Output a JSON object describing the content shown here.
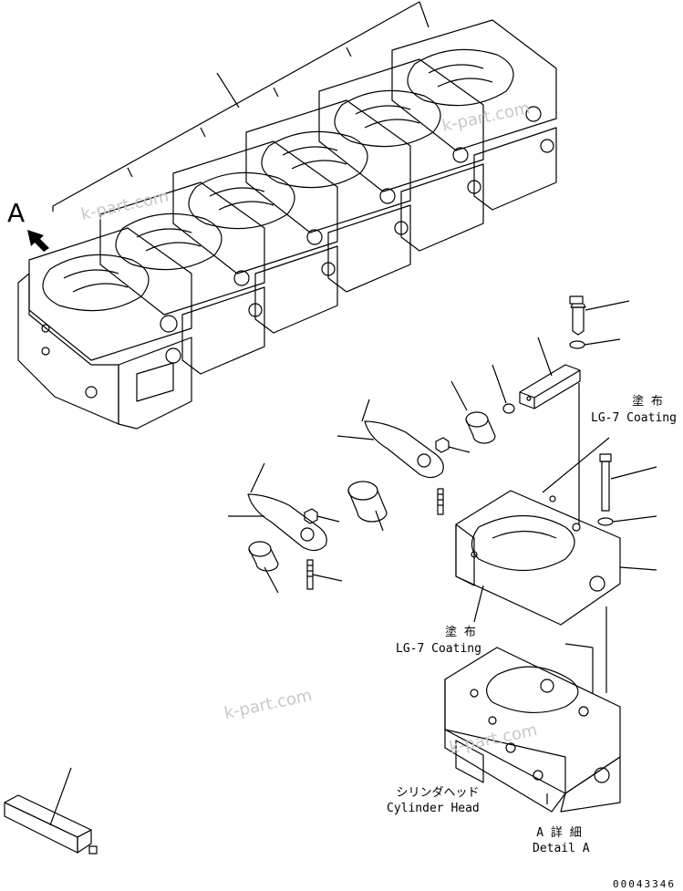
{
  "view_marker": {
    "letter": "A"
  },
  "coating_upper": {
    "jp": "塗 布",
    "en": "LG-7 Coating"
  },
  "coating_lower": {
    "jp": "塗 布",
    "en": "LG-7 Coating"
  },
  "cylinder_head": {
    "jp": "シリンダヘッド",
    "en": "Cylinder Head"
  },
  "detail": {
    "jp": "A 詳 細",
    "en": "Detail A"
  },
  "drawing_number": "00043346",
  "watermarks": [
    "k-part.com",
    "k-part.com",
    "k-part.com",
    "k-part.com"
  ],
  "icons": [
    "view-arrow-icon"
  ],
  "colors": {
    "line": "#000000",
    "watermark": "#c8c8c8"
  }
}
